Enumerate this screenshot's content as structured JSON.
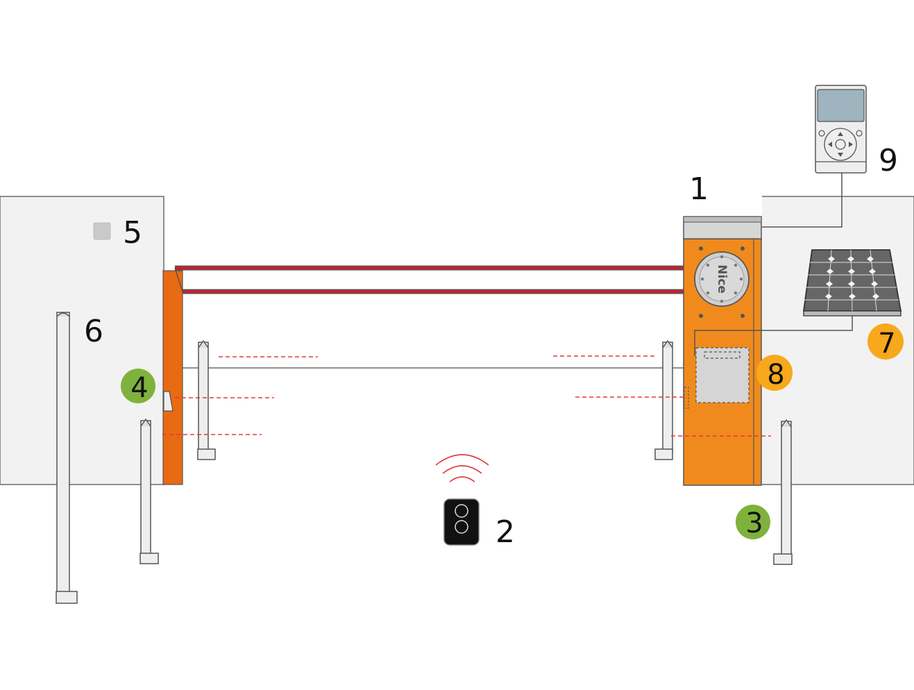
{
  "colors": {
    "barrier_orange": "#f08a1d",
    "barrier_dark": "#e86a12",
    "boom_red": "#c8202a",
    "badge_green": "#7fb23c",
    "badge_yellow": "#f7a81c",
    "wall_gray": "#f2f2f2",
    "laser_red": "#e23a3a"
  },
  "components": [
    {
      "num": "1",
      "kind": "barrier-cabinet",
      "style": "plain"
    },
    {
      "num": "2",
      "kind": "remote-transmitter",
      "style": "plain"
    },
    {
      "num": "3",
      "kind": "photocell-post",
      "style": "green-badge"
    },
    {
      "num": "4",
      "kind": "photocell",
      "style": "green-badge"
    },
    {
      "num": "5",
      "kind": "key-selector",
      "style": "plain"
    },
    {
      "num": "6",
      "kind": "column-post",
      "style": "plain"
    },
    {
      "num": "7",
      "kind": "solar-panel",
      "style": "yellow-badge"
    },
    {
      "num": "8",
      "kind": "control-unit",
      "style": "yellow-badge"
    },
    {
      "num": "9",
      "kind": "programming-unit",
      "style": "plain"
    }
  ],
  "logo": "Nice",
  "icons": {
    "remote": "remote-control-icon",
    "wireless": "wifi-signal-icon",
    "solar": "solar-panel-icon",
    "programmer": "handheld-programmer-icon"
  }
}
